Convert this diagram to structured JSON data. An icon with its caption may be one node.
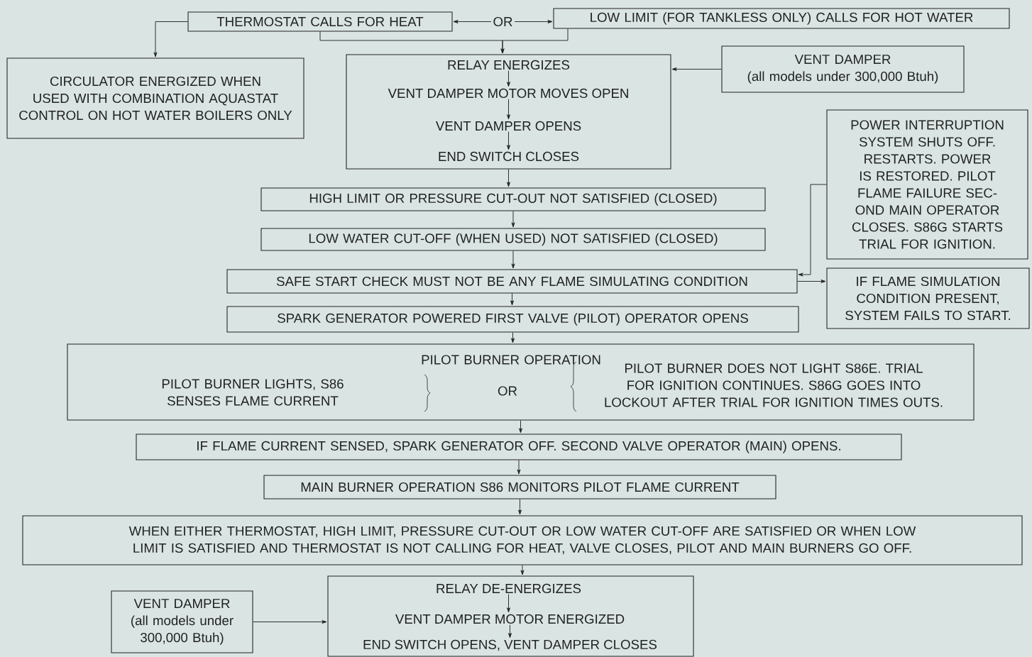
{
  "diagram": {
    "nodes": [
      {
        "text": [
          "THERMOSTAT CALLS FOR HEAT"
        ]
      },
      {
        "text": [
          "LOW LIMIT (FOR TANKLESS ONLY) CALLS FOR HOT WATER"
        ]
      },
      {
        "text": [
          "CIRCULATOR ENERGIZED WHEN USED WITH COMBINATION AQUASTAT CONTROL ON HOT WATER BOILERS ONLY"
        ]
      },
      {
        "text": [],
        "shape": "box"
      },
      {
        "text": [
          "RELAY ENERGIZES"
        ],
        "in": 3
      },
      {
        "text": [
          "VENT DAMPER MOTOR MOVES OPEN"
        ],
        "in": 3
      },
      {
        "text": [
          "VENT DAMPER OPENS"
        ],
        "in": 3
      },
      {
        "text": [
          "END SWITCH CLOSES"
        ],
        "in": 3
      },
      {
        "text": [
          "VENT DAMPER",
          "(all models under 300,000 Btuh)"
        ]
      },
      {
        "text": [
          "POWER INTERRUPTION SYSTEM SHUTS OFF. RESTARTS. POWER IS RESTORED. PILOT FLAME FAILURE SEC-OND MAIN OPERATOR CLOSES. S86G STARTS TRIAL FOR IGNITION."
        ]
      },
      {
        "text": [
          "HIGH LIMIT OR PRESSURE CUT-OUT NOT SATISFIED (CLOSED)"
        ]
      },
      {
        "text": [
          "LOW WATER CUT-OFF (WHEN USED) NOT SATISFIED (CLOSED)"
        ]
      },
      {
        "text": [
          "SAFE START CHECK MUST NOT BE ANY FLAME SIMULATING CONDITION"
        ]
      },
      {
        "text": [
          "IF FLAME SIMULATION CONDITION PRESENT, SYSTEM FAILS TO START."
        ]
      },
      {
        "text": [
          "SPARK GENERATOR POWERED FIRST VALVE (PILOT) OPERATOR OPENS"
        ]
      },
      {
        "text": [
          "PILOT BURNER OPERATION",
          "PILOT BURNER LIGHTS, S86 SENSES FLAME CURRENT",
          "OR",
          "PILOT BURNER DOES NOT LIGHT S86E. TRIAL FOR IGNITION CONTINUES. S86G GOES INTO LOCKOUT AFTER TRIAL FOR IGNITION TIMES OUTS."
        ]
      },
      {
        "text": [
          "IF FLAME CURRENT SENSED, SPARK GENERATOR OFF. SECOND VALVE OPERATOR (MAIN) OPENS."
        ]
      },
      {
        "text": [
          "MAIN BURNER OPERATION S86 MONITORS PILOT FLAME CURRENT"
        ]
      },
      {
        "text": [
          "WHEN EITHER THERMOSTAT, HIGH LIMIT, PRESSURE CUT-OUT OR LOW WATER CUT-OFF ARE SATISFIED OR WHEN LOW LIMIT IS SATISFIED AND THERMOSTAT IS NOT CALLING FOR HEAT, VALVE CLOSES, PILOT AND MAIN BURNERS GO OFF."
        ]
      },
      {
        "text": [
          "VENT DAMPER",
          "(all models under 300,000 Btuh)"
        ]
      },
      {
        "text": [],
        "shape": "box"
      },
      {
        "text": [
          "RELAY DE-ENERGIZES"
        ],
        "in": 20
      },
      {
        "text": [
          "VENT DAMPER MOTOR ENERGIZED"
        ],
        "in": 20
      },
      {
        "text": [
          "END SWITCH OPENS, VENT DAMPER CLOSES"
        ],
        "in": 20
      }
    ],
    "edges": [
      {
        "from": 0,
        "to": 1,
        "arrow": "both",
        "label": "OR"
      },
      {
        "from": 0,
        "to": 2,
        "arrow": "to"
      },
      {
        "from": 0,
        "to": 3,
        "arrow": "to"
      },
      {
        "from": 1,
        "to": 3,
        "arrow": "to"
      },
      {
        "from": 8,
        "to": 3,
        "arrow": "to"
      },
      {
        "from": 4,
        "to": 5,
        "arrow": "to"
      },
      {
        "from": 5,
        "to": 6,
        "arrow": "to"
      },
      {
        "from": 6,
        "to": 7,
        "arrow": "to"
      },
      {
        "from": 3,
        "to": 10,
        "arrow": "to"
      },
      {
        "from": 10,
        "to": 11,
        "arrow": "to"
      },
      {
        "from": 11,
        "to": 12,
        "arrow": "to"
      },
      {
        "from": 9,
        "to": 12,
        "arrow": "to"
      },
      {
        "from": 12,
        "to": 13,
        "arrow": "to"
      },
      {
        "from": 12,
        "to": 14,
        "arrow": "to"
      },
      {
        "from": 14,
        "to": 15,
        "arrow": "to"
      },
      {
        "from": 15,
        "to": 16,
        "arrow": "to"
      },
      {
        "from": 16,
        "to": 17,
        "arrow": "to"
      },
      {
        "from": 17,
        "to": 18,
        "arrow": "to"
      },
      {
        "from": 18,
        "to": 20,
        "arrow": "to"
      },
      {
        "from": 19,
        "to": 20,
        "arrow": "to"
      },
      {
        "from": 21,
        "to": 22,
        "arrow": "to"
      },
      {
        "from": 22,
        "to": 23,
        "arrow": "to"
      }
    ]
  }
}
